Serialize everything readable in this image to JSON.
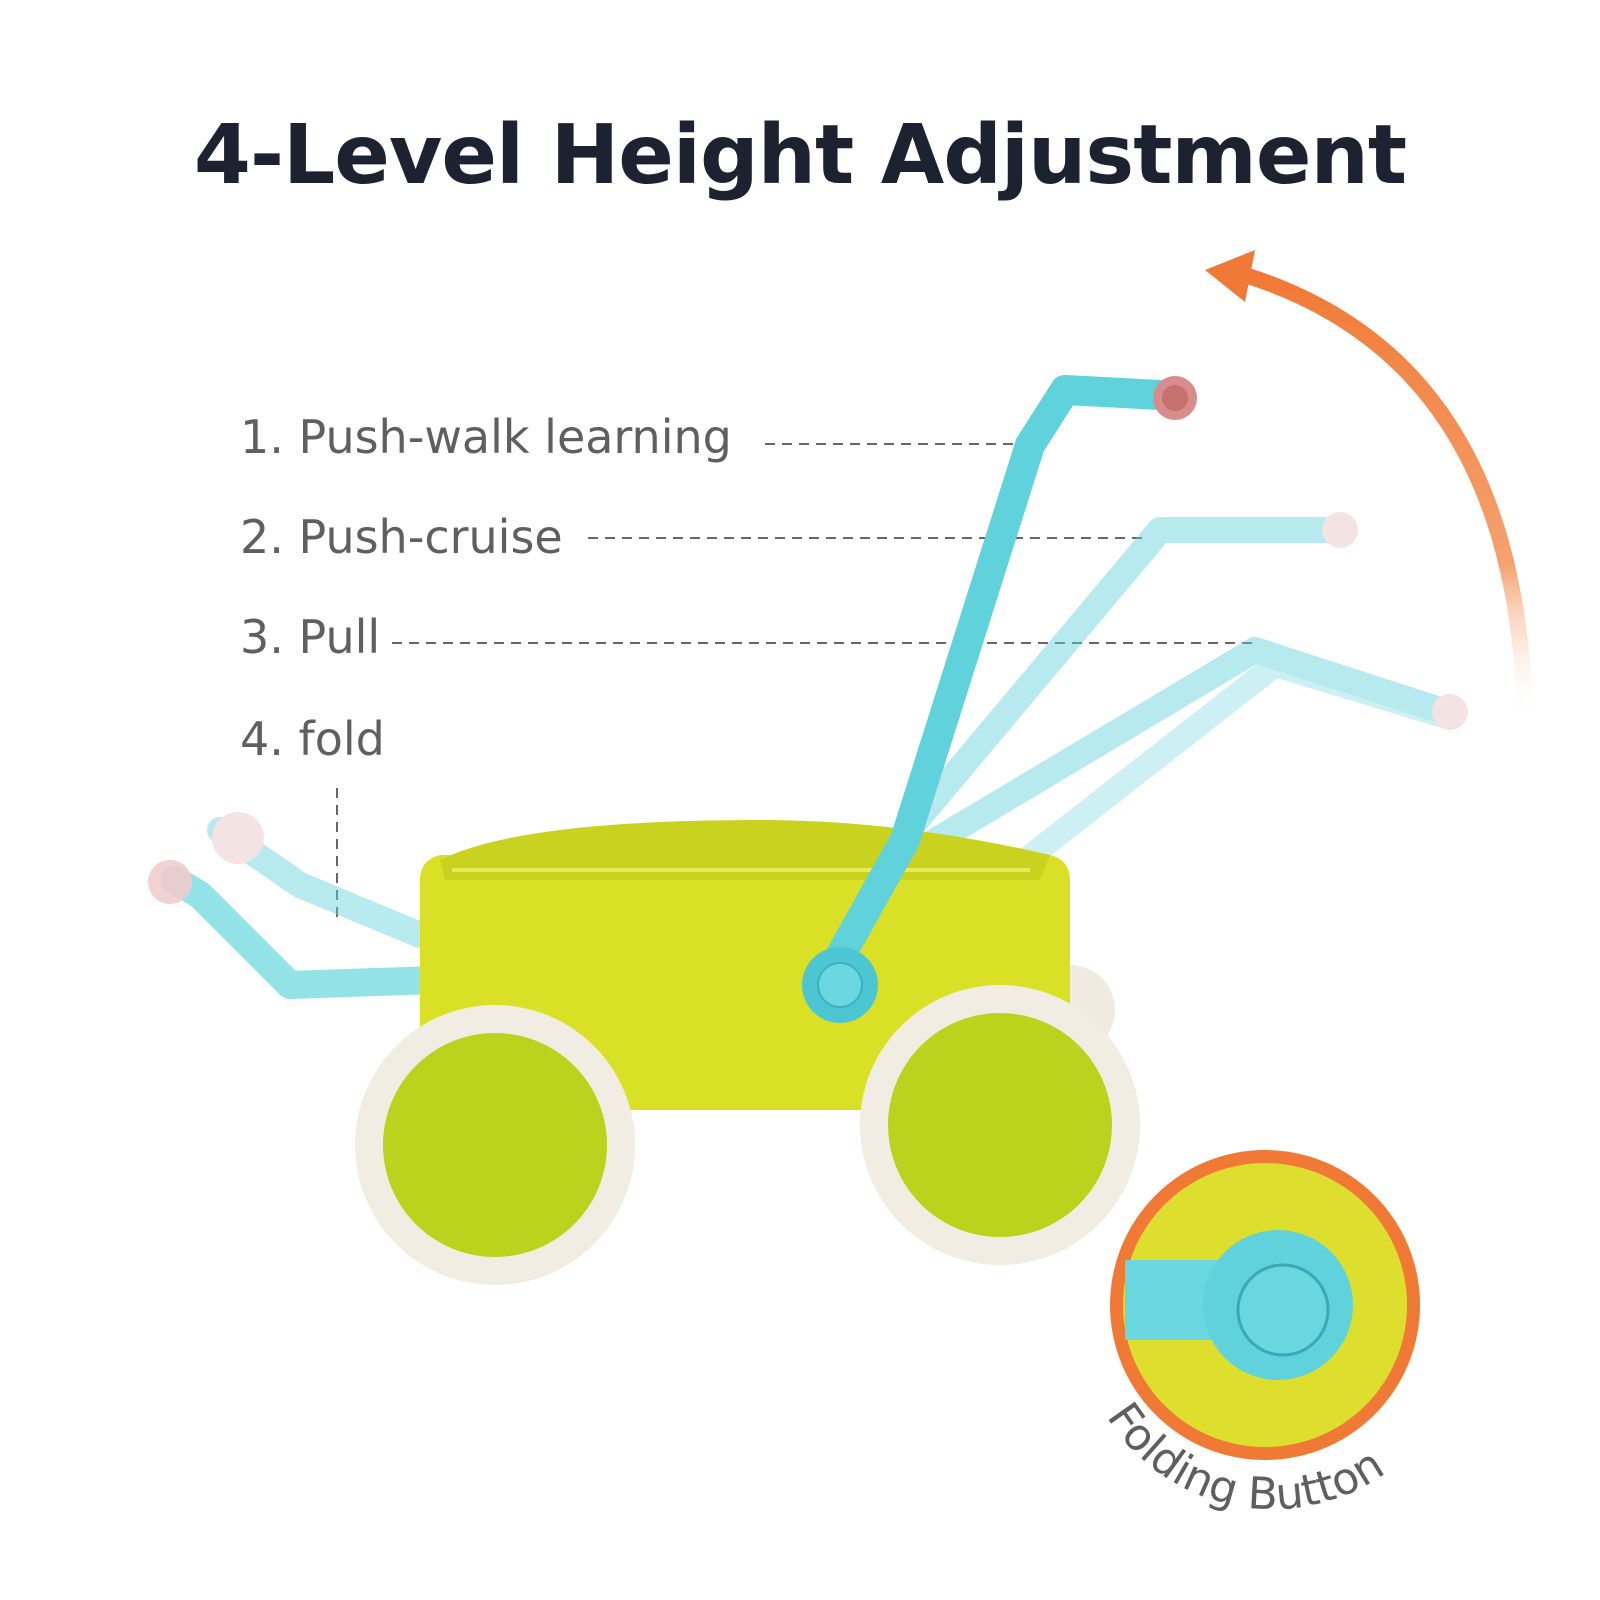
{
  "title": "4-Level Height Adjustment",
  "levels": [
    {
      "label": "1. Push-walk learning"
    },
    {
      "label": "2. Push-cruise"
    },
    {
      "label": "3. Pull"
    },
    {
      "label": "4. fold"
    }
  ],
  "folding_button": {
    "label": "Folding Button"
  },
  "colors": {
    "title": "#1d2230",
    "label": "#5f5f5f",
    "handle": "#5fd2dc",
    "wagon_body": "#d9e025",
    "wheel_hub": "#bcd21c",
    "tire": "#f2ede2",
    "arrow": "#f07a35",
    "grip": "#e8c3c3"
  }
}
